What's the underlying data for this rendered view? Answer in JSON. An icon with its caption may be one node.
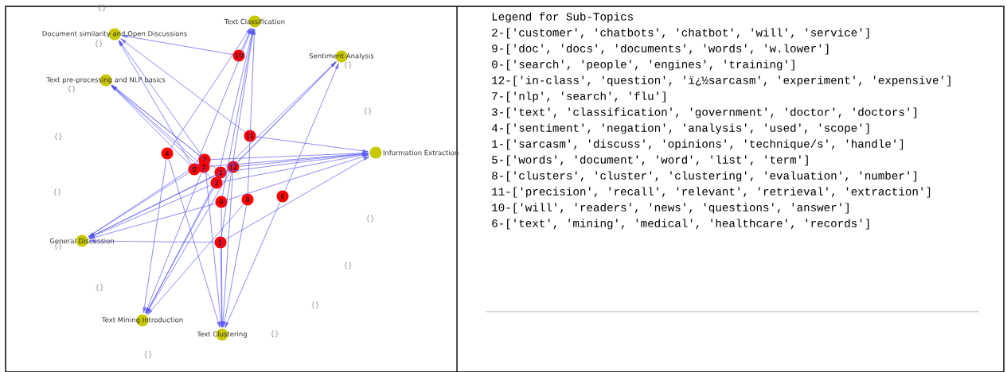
{
  "diagram": {
    "nodes": [
      {
        "text": [
          "Document similarity and Open Discussions"
        ]
      },
      {
        "text": [
          "Text Classification"
        ]
      },
      {
        "text": [
          "Sentiment Analysis"
        ]
      },
      {
        "text": [
          "Text pre-processing and NLP basics"
        ]
      },
      {
        "text": [
          "Information Extraction"
        ]
      },
      {
        "text": [
          "General Discussion"
        ]
      },
      {
        "text": [
          "Text Mining Introduction"
        ]
      },
      {
        "text": [
          "Text Clustering"
        ]
      },
      {
        "text": [
          "10"
        ]
      },
      {
        "text": [
          "11"
        ]
      },
      {
        "text": [
          "4"
        ]
      },
      {
        "text": [
          "7"
        ]
      },
      {
        "text": [
          "0"
        ]
      },
      {
        "text": [
          "3"
        ]
      },
      {
        "text": [
          "1"
        ]
      },
      {
        "text": [
          "12"
        ]
      },
      {
        "text": [
          "2"
        ]
      },
      {
        "text": [
          "9"
        ]
      },
      {
        "text": [
          "8"
        ]
      },
      {
        "text": [
          "6"
        ]
      },
      {
        "text": [
          "5"
        ]
      }
    ],
    "edges": [
      {
        "from": 11,
        "to": 0,
        "arrow": "to"
      },
      {
        "from": 12,
        "to": 0,
        "arrow": "to"
      },
      {
        "from": 8,
        "to": 0,
        "arrow": "to"
      },
      {
        "from": 9,
        "to": 0,
        "arrow": "to"
      },
      {
        "from": 11,
        "to": 3,
        "arrow": "to"
      },
      {
        "from": 12,
        "to": 3,
        "arrow": "to"
      },
      {
        "from": 13,
        "to": 3,
        "arrow": "to"
      },
      {
        "from": 16,
        "to": 3,
        "arrow": "to"
      },
      {
        "from": 14,
        "to": 3,
        "arrow": "to"
      },
      {
        "from": 8,
        "to": 1,
        "arrow": "to"
      },
      {
        "from": 10,
        "to": 1,
        "arrow": "to"
      },
      {
        "from": 12,
        "to": 1,
        "arrow": "to"
      },
      {
        "from": 16,
        "to": 1,
        "arrow": "to"
      },
      {
        "from": 17,
        "to": 1,
        "arrow": "to"
      },
      {
        "from": 18,
        "to": 1,
        "arrow": "to"
      },
      {
        "from": 20,
        "to": 1,
        "arrow": "to"
      },
      {
        "from": 15,
        "to": 2,
        "arrow": "to"
      },
      {
        "from": 14,
        "to": 2,
        "arrow": "to"
      },
      {
        "from": 16,
        "to": 2,
        "arrow": "to"
      },
      {
        "from": 19,
        "to": 2,
        "arrow": "to"
      },
      {
        "from": 9,
        "to": 4,
        "arrow": "to"
      },
      {
        "from": 11,
        "to": 4,
        "arrow": "to"
      },
      {
        "from": 13,
        "to": 4,
        "arrow": "to"
      },
      {
        "from": 15,
        "to": 4,
        "arrow": "to"
      },
      {
        "from": 14,
        "to": 4,
        "arrow": "to"
      },
      {
        "from": 16,
        "to": 4,
        "arrow": "to"
      },
      {
        "from": 17,
        "to": 4,
        "arrow": "to"
      },
      {
        "from": 20,
        "to": 4,
        "arrow": "to"
      },
      {
        "from": 12,
        "to": 5,
        "arrow": "to"
      },
      {
        "from": 11,
        "to": 5,
        "arrow": "to"
      },
      {
        "from": 14,
        "to": 5,
        "arrow": "to"
      },
      {
        "from": 16,
        "to": 5,
        "arrow": "to"
      },
      {
        "from": 17,
        "to": 5,
        "arrow": "to"
      },
      {
        "from": 20,
        "to": 5,
        "arrow": "to"
      },
      {
        "from": 15,
        "to": 5,
        "arrow": "to"
      },
      {
        "from": 10,
        "to": 6,
        "arrow": "to"
      },
      {
        "from": 13,
        "to": 6,
        "arrow": "to"
      },
      {
        "from": 14,
        "to": 6,
        "arrow": "to"
      },
      {
        "from": 16,
        "to": 6,
        "arrow": "to"
      },
      {
        "from": 15,
        "to": 6,
        "arrow": "to"
      },
      {
        "from": 18,
        "to": 6,
        "arrow": "to"
      },
      {
        "from": 10,
        "to": 7,
        "arrow": "to"
      },
      {
        "from": 11,
        "to": 7,
        "arrow": "to"
      },
      {
        "from": 15,
        "to": 7,
        "arrow": "to"
      },
      {
        "from": 17,
        "to": 7,
        "arrow": "to"
      },
      {
        "from": 18,
        "to": 7,
        "arrow": "to"
      },
      {
        "from": 19,
        "to": 7,
        "arrow": "to"
      },
      {
        "from": 20,
        "to": 7,
        "arrow": "to"
      }
    ],
    "labels": [
      "{}",
      "{}",
      "{}",
      "{}",
      "{}",
      "{}",
      "{}",
      "{}",
      "{}",
      "{}",
      "{}",
      "{}",
      "{}",
      "{}",
      "Legend for Sub-Topics",
      "2-['customer', 'chatbots', 'chatbot', 'will', 'service']",
      "9-['doc', 'docs', 'documents', 'words', 'w.lower']",
      "0-['search', 'people', 'engines', 'training']",
      "12-['in-class', 'question', 'ï¿½sarcasm', 'experiment', 'expensive']",
      "7-['nlp', 'search', 'flu']",
      "3-['text', 'classification', 'government', 'doctor', 'doctors']",
      "4-['sentiment', 'negation', 'analysis', 'used', 'scope']",
      "1-['sarcasm', 'discuss', 'opinions', 'technique/s', 'handle']",
      "5-['words', 'document', 'word', 'list', 'term']",
      "8-['clusters', 'cluster', 'clustering', 'evaluation', 'number']",
      "11-['precision', 'recall', 'relevant', 'retrieval', 'extraction']",
      "10-['will', 'readers', 'news', 'questions', 'answer']",
      "6-['text', 'mining', 'medical', 'healthcare', 'records']"
    ]
  }
}
